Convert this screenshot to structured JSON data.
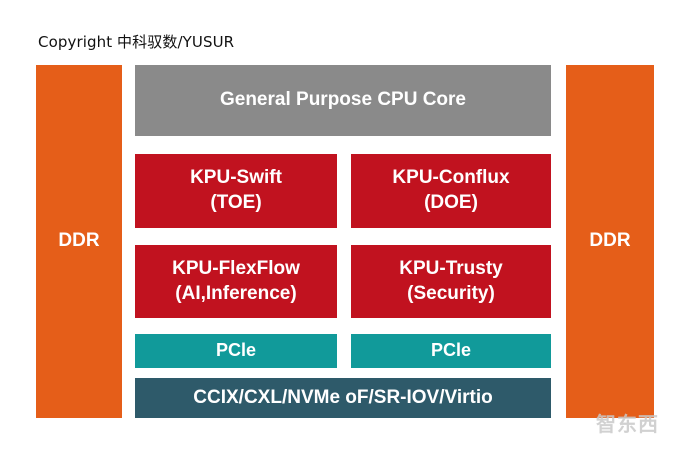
{
  "copyright": "Copyright 中科驭数/YUSUR",
  "ddr_left": "DDR",
  "ddr_right": "DDR",
  "cpu_core": "General Purpose CPU Core",
  "kpu_swift": {
    "name": "KPU-Swift",
    "desc": "(TOE)"
  },
  "kpu_conflux": {
    "name": "KPU-Conflux",
    "desc": "(DOE)"
  },
  "kpu_flexflow": {
    "name": "KPU-FlexFlow",
    "desc": "(AI,Inference)"
  },
  "kpu_trusty": {
    "name": "KPU-Trusty",
    "desc": "(Security)"
  },
  "pcie_left": "PCle",
  "pcie_right": "PCle",
  "interconnect": "CCIX/CXL/NVMe oF/SR-IOV/Virtio",
  "watermark": "智东西",
  "colors": {
    "ddr": "#e55e19",
    "cpu_core": "#8a8a8a",
    "kpu": "#c1121f",
    "pcie": "#119a9a",
    "interconnect": "#2e5a6a"
  }
}
